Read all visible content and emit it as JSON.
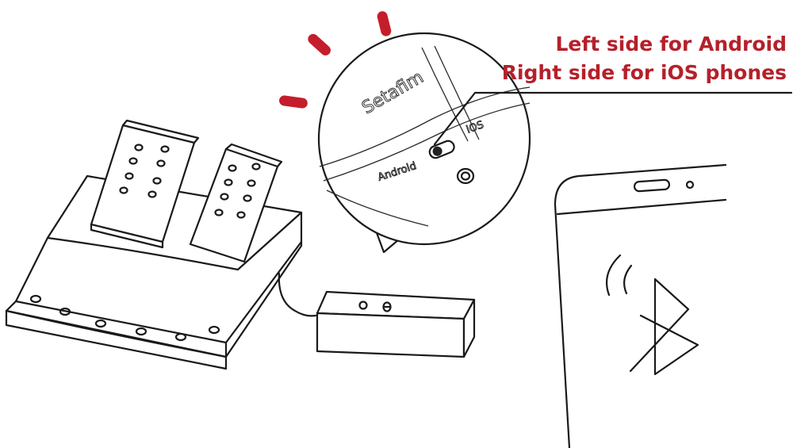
{
  "callout": {
    "line1": "Left side for Android",
    "line2": "Right side for iOS phones"
  },
  "switch_panel": {
    "brand": "Setafim",
    "left_label": "Android",
    "right_label": "iOS"
  },
  "colors": {
    "accent_red": "#c41e2a",
    "callout_text": "#b5202a",
    "line_art": "#1a1a1a"
  },
  "icons": [
    "bluetooth-icon",
    "signal-waves-icon",
    "power-button-icon"
  ]
}
